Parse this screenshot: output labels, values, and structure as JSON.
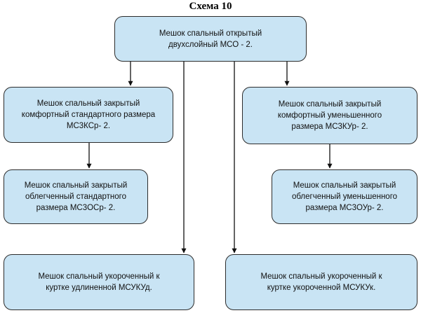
{
  "title": "Схема 10",
  "nodes": {
    "root": "Мешок спальный открытый\nдвухслойный МСО - 2.",
    "left_mid": "Мешок спальный закрытый\nкомфортный стандартного размера\nМС3КСр- 2.",
    "right_mid": "Мешок спальный закрытый\nкомфортный уменьшенного\nразмера МС3КУр- 2.",
    "left_low": "Мешок спальный закрытый\nоблегченный стандартного\nразмера МС3ОСр- 2.",
    "right_low": "Мешок спальный закрытый\nоблегченный уменьшенного\nразмера МС3ОУр- 2.",
    "bottom_left": "Мешок спальный укороченный к\nкуртке удлиненной МСУКУд.",
    "bottom_right": "Мешок спальный укороченный к\nкуртке укороченной МСУКУк."
  },
  "edges": [
    {
      "from": "root",
      "to": "left_mid"
    },
    {
      "from": "root",
      "to": "right_mid"
    },
    {
      "from": "root",
      "to": "bottom_left"
    },
    {
      "from": "root",
      "to": "bottom_right"
    },
    {
      "from": "left_mid",
      "to": "left_low"
    },
    {
      "from": "right_mid",
      "to": "right_low"
    }
  ]
}
